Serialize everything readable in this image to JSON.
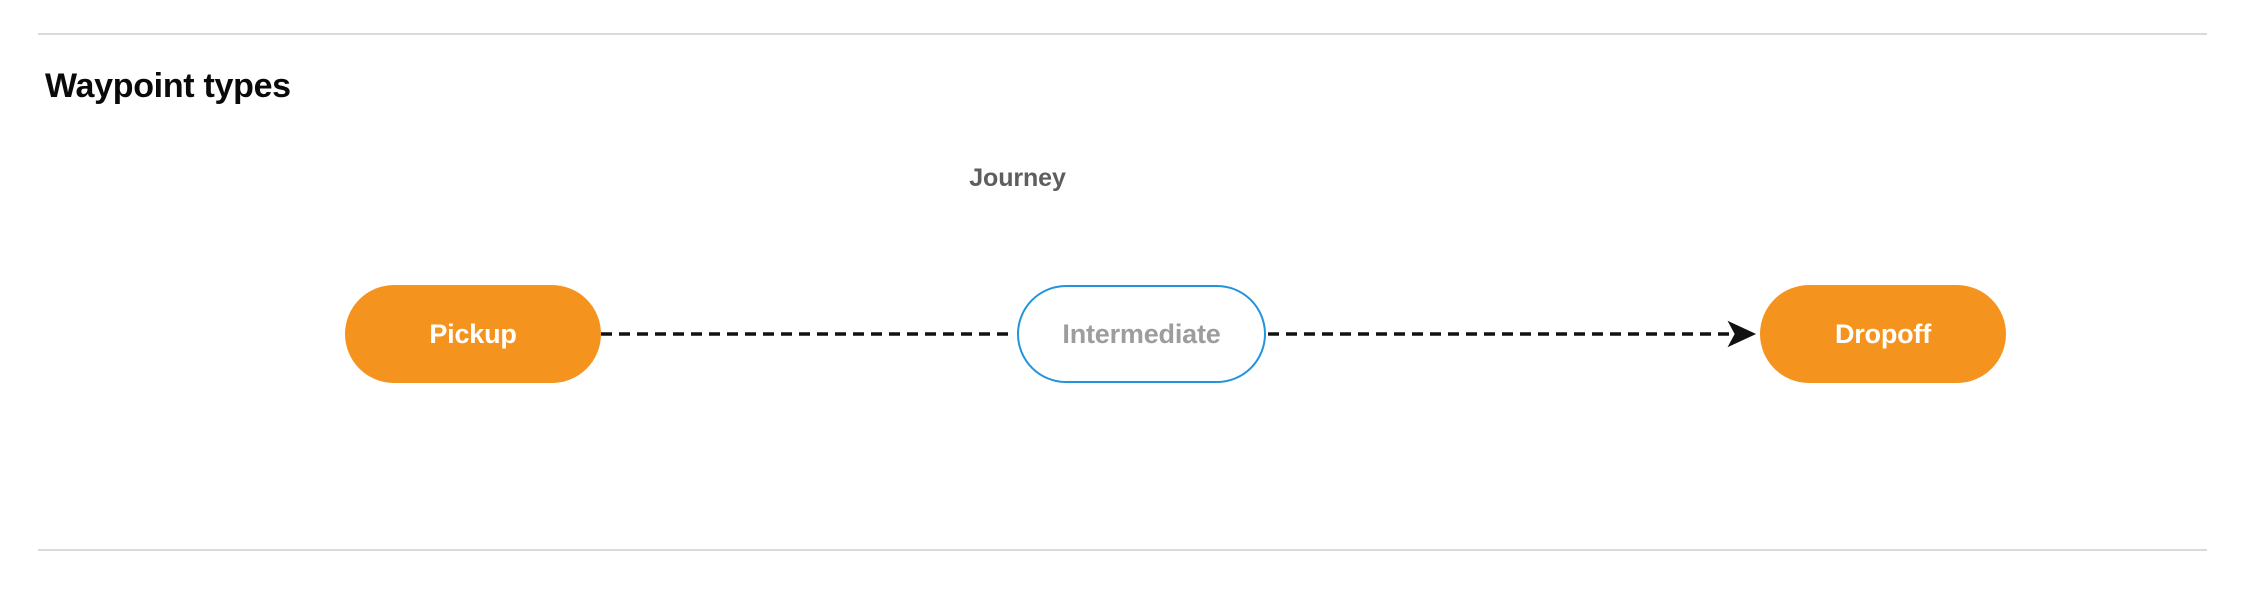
{
  "section": {
    "title": "Waypoint types"
  },
  "diagram": {
    "group_label": "Journey",
    "nodes": [
      {
        "id": "pickup",
        "label": "Pickup",
        "kind": "terminal",
        "fill": "#f4941e",
        "text_color": "#ffffff"
      },
      {
        "id": "intermediate",
        "label": "Intermediate",
        "kind": "intermediate",
        "fill": "#ffffff",
        "text_color": "#9d9d9d",
        "border_color": "#2293dd"
      },
      {
        "id": "dropoff",
        "label": "Dropoff",
        "kind": "terminal",
        "fill": "#f4941e",
        "text_color": "#ffffff"
      }
    ],
    "edges": [
      {
        "from": "pickup",
        "to": "intermediate",
        "style": "dashed",
        "arrowhead": false,
        "color": "#111111"
      },
      {
        "from": "intermediate",
        "to": "dropoff",
        "style": "dashed",
        "arrowhead": true,
        "color": "#111111"
      }
    ]
  },
  "colors": {
    "accent_orange": "#f4941e",
    "accent_blue": "#2293dd",
    "muted_text": "#9d9d9d",
    "label_text": "#5e5e5e",
    "divider": "#d9d9d9",
    "background": "#ffffff"
  }
}
